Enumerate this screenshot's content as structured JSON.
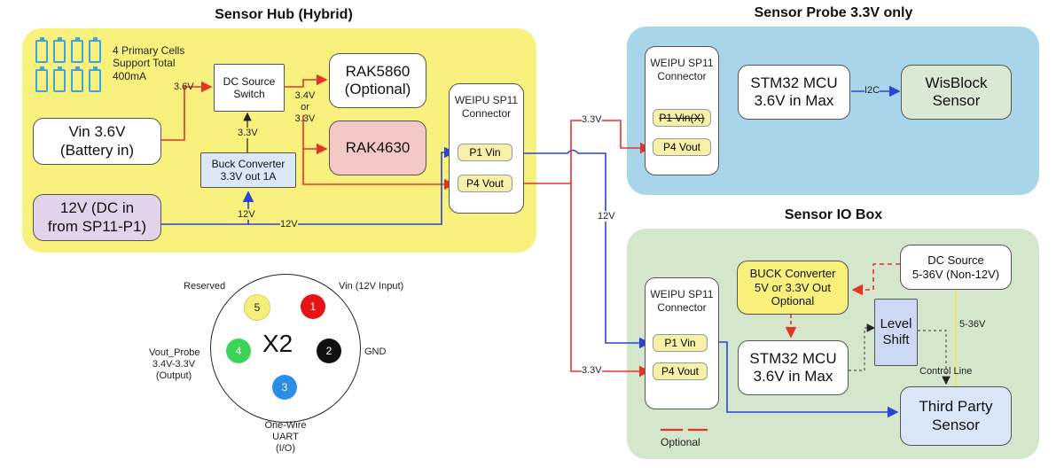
{
  "titles": {
    "hub": "Sensor Hub (Hybrid)",
    "probe": "Sensor Probe 3.3V only",
    "iobox": "Sensor IO Box"
  },
  "colors": {
    "hub_bg": "#f9f17e",
    "probe_bg": "#a9d5ea",
    "iobox_bg": "#d4e6cc",
    "red_wire": "#e5332a",
    "blue_wire": "#2b44d6",
    "yellow_wire": "#f5e35a",
    "rak4630_fill": "#f5c8c8",
    "buck_fill": "#dce8f5",
    "vin12_fill": "#e2d3ea",
    "wisblock_fill": "#dae9d4",
    "buck_io_fill": "#f8f07a",
    "level_fill": "#cdd8f5",
    "third_fill": "#d8e6f8",
    "battery_color": "#3aa5dc"
  },
  "hub": {
    "battery_text": "4 Primary Cells\nSupport Total\n400mA",
    "dc_switch": "DC Source\nSwitch",
    "rak5860": "RAK5860\n(Optional)",
    "rak4630": "RAK4630",
    "vin": "Vin 3.6V\n(Battery in)",
    "buck": "Buck Converter\n3.3V out 1A",
    "v12": "12V (DC in\nfrom SP11-P1)",
    "connector_title": "WEIPU SP11\nConnector",
    "pin_p1": "P1 Vin",
    "pin_p4": "P4 Vout",
    "lbl_36v": "3.6V",
    "lbl_34v": "3.4V\nor\n3.3V",
    "lbl_33v": "3.3V",
    "lbl_12v_a": "12V",
    "lbl_12v_b": "12V"
  },
  "probe": {
    "connector_title": "WEIPU SP11\nConnector",
    "pin_p1": "P1 Vin(X)",
    "pin_p4": "P4 Vout",
    "mcu": "STM32 MCU\n3.6V in Max",
    "i2c": "I2C",
    "wisblock": "WisBlock\nSensor"
  },
  "iobox": {
    "connector_title": "WEIPU SP11\nConnector",
    "pin_p1": "P1 Vin",
    "pin_p4": "P4 Vout",
    "buck": "BUCK Converter\n5V or 3.3V Out\nOptional",
    "dc_source": "DC Source\n5-36V (Non-12V)",
    "level": "Level\nShift",
    "mcu": "STM32 MCU\n3.6V in Max",
    "third": "Third Party\nSensor",
    "control": "Control Line",
    "lbl_536": "5-36V",
    "optional": "Optional"
  },
  "wire_labels": {
    "v33_top": "3.3V",
    "v12_mid": "12V",
    "v33_bottom": "3.3V"
  },
  "x2": {
    "title": "X2",
    "pins": [
      {
        "num": "1",
        "label": "Vin (12V Input)",
        "color": "#e81313",
        "text_color": "#ffffff"
      },
      {
        "num": "2",
        "label": "GND",
        "color": "#111111",
        "text_color": "#ffffff"
      },
      {
        "num": "3",
        "label": "One-Wire\nUART\n(I/O)",
        "color": "#2a8ee6",
        "text_color": "#ffffff"
      },
      {
        "num": "4",
        "label": "Vout_Probe\n3.4V-3.3V\n(Output)",
        "color": "#3bd45a",
        "text_color": "#ffffff"
      },
      {
        "num": "5",
        "label": "Reserved",
        "color": "#f6ee7a",
        "text_color": "#222222"
      }
    ]
  }
}
